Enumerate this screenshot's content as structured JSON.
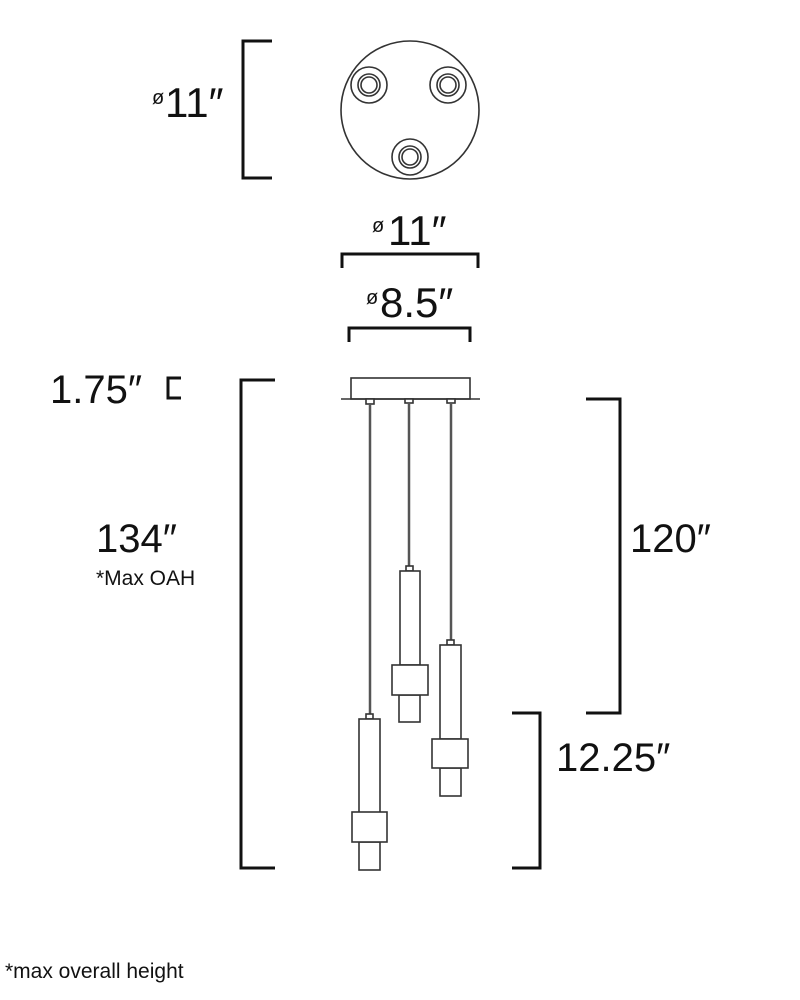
{
  "top_view": {
    "diameter_label": "11″",
    "diameter_symbol": "ø"
  },
  "canopy_width": {
    "symbol": "ø",
    "label": "11″"
  },
  "base_width": {
    "symbol": "ø",
    "label": "8.5″"
  },
  "canopy_height": {
    "label": "1.75″"
  },
  "overall_height": {
    "label": "134″",
    "note": "*Max OAH"
  },
  "cord_length": {
    "label": "120″"
  },
  "pendant_height": {
    "label": "12.25″"
  },
  "footnote": "*max overall height"
}
